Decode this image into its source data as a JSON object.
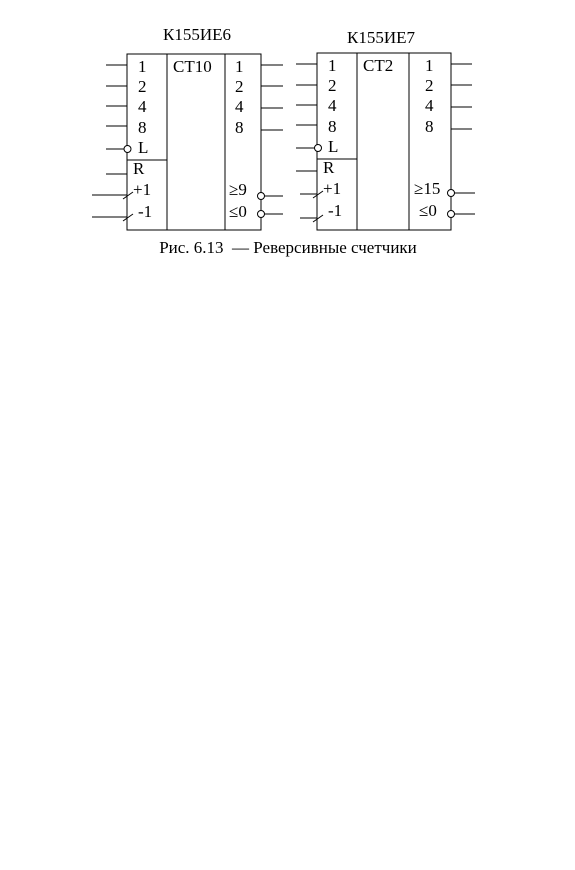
{
  "caption": "Рис. 6.13  — Реверсивные счетчики",
  "chips": [
    {
      "title": "К155ИЕ6",
      "function_label": "CT10",
      "inputs": {
        "data": [
          "1",
          "2",
          "4",
          "8"
        ],
        "load": "L",
        "reset": "R",
        "count_up": "+1",
        "count_down": "-1"
      },
      "outputs": {
        "data": [
          "1",
          "2",
          "4",
          "8"
        ],
        "carry": "≥9",
        "borrow": "≤0"
      }
    },
    {
      "title": "К155ИЕ7",
      "function_label": "CT2",
      "inputs": {
        "data": [
          "1",
          "2",
          "4",
          "8"
        ],
        "load": "L",
        "reset": "R",
        "count_up": "+1",
        "count_down": "-1"
      },
      "outputs": {
        "data": [
          "1",
          "2",
          "4",
          "8"
        ],
        "carry": "≥15",
        "borrow": "≤0"
      }
    }
  ]
}
